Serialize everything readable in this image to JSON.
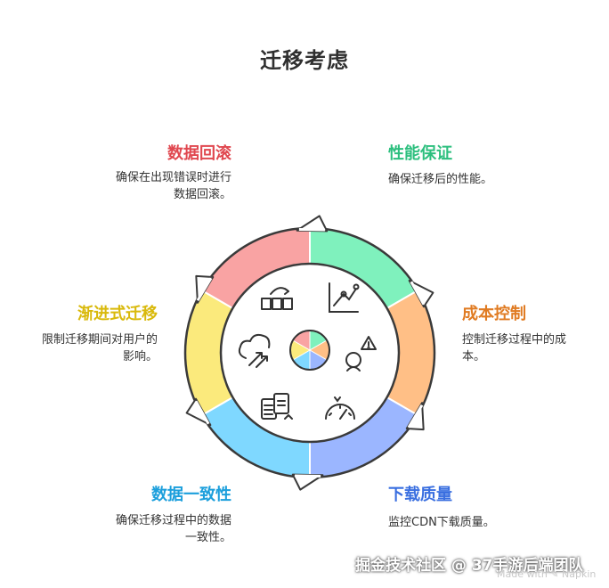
{
  "title": "迁移考虑",
  "segments": [
    {
      "name": "rollback",
      "label": "数据回滚",
      "desc": [
        "确保在出现错误时进行",
        "数据回滚。"
      ],
      "color": "#f9a3a3",
      "label_color": "#e0474f",
      "icon": "cloud-transfer-icon"
    },
    {
      "name": "performance",
      "label": "性能保证",
      "desc": [
        "确保迁移后的性能。"
      ],
      "color": "#7ff1bd",
      "label_color": "#2cbf7e",
      "icon": "line-chart-icon"
    },
    {
      "name": "cost",
      "label": "成本控制",
      "desc": [
        "控制迁移过程中的成",
        "本。"
      ],
      "color": "#ffbf86",
      "label_color": "#e07b22",
      "icon": "budget-warning-icon"
    },
    {
      "name": "quality",
      "label": "下载质量",
      "desc": [
        "监控CDN下载质量。"
      ],
      "color": "#9bb6ff",
      "label_color": "#3a6fe0",
      "icon": "speedometer-icon"
    },
    {
      "name": "consistency",
      "label": "数据一致性",
      "desc": [
        "确保迁移过程中的数据",
        "一致性。"
      ],
      "color": "#7fd8ff",
      "label_color": "#1c9fdc",
      "icon": "documents-compare-icon"
    },
    {
      "name": "gradual",
      "label": "渐进式迁移",
      "desc": [
        "限制迁移期间对用户的",
        "影响。"
      ],
      "color": "#fbea7c",
      "label_color": "#d9b90b",
      "icon": "boxes-moving-icon"
    }
  ],
  "watermark": "掘金技术社区 @ 37手游后端团队",
  "napkin": "Made with ✎ Napkin"
}
